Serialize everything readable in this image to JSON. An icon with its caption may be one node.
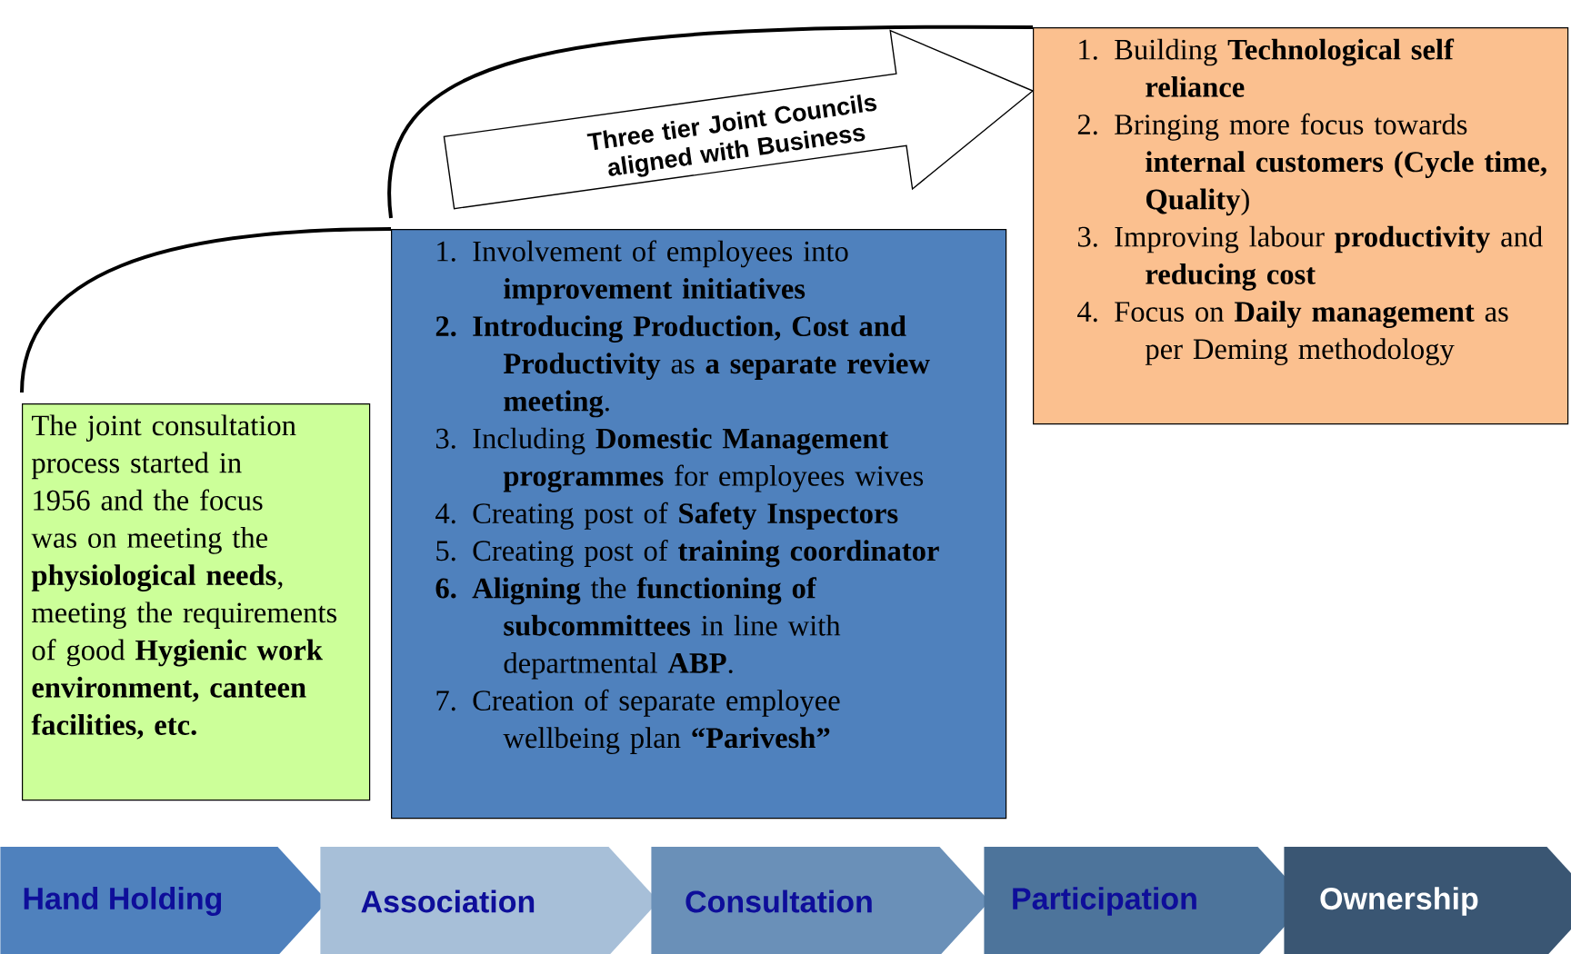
{
  "diagram": {
    "nodes": [
      {
        "text": [
          "The joint consultation process started in 1956 and the focus was on meeting the **physiological needs**, meeting the requirements of good **Hygienic work environment, canteen facilities, etc.**"
        ]
      },
      {
        "text": [
          "1. Involvement of employees into **improvement initiatives**",
          "**2. Introducing Production, Cost and Productivity** as **a separate review meeting**.",
          "3. Including **Domestic Management programmes** for employees wives",
          "4. Creating post of **Safety Inspectors**",
          "5. Creating post of **training coordinator**",
          "**6. Aligning** the **functioning of subcommittees** in line with departmental **ABP**.",
          "7. Creation of separate employee wellbeing plan **“Parivesh”**"
        ]
      },
      {
        "text": [
          "1. Building **Technological self reliance**",
          "2. Bringing more focus towards **internal customers (Cycle time, Quality**)",
          "3. Improving labour **productivity** and **reducing cost**",
          "4. Focus on **Daily management** as per Deming methodology"
        ]
      },
      {
        "text": [
          "Hand Holding"
        ]
      },
      {
        "text": [
          "Association"
        ]
      },
      {
        "text": [
          "Consultation"
        ]
      },
      {
        "text": [
          "Participation"
        ]
      },
      {
        "text": [
          "Ownership"
        ]
      }
    ],
    "edges": [
      {
        "from": 0,
        "to": 1,
        "arrow": "none"
      },
      {
        "from": 1,
        "to": 2,
        "arrow": "none"
      },
      {
        "from": null,
        "to": 2,
        "arrow": "to",
        "label": "Three tier Joint Councils aligned with Business"
      }
    ]
  }
}
